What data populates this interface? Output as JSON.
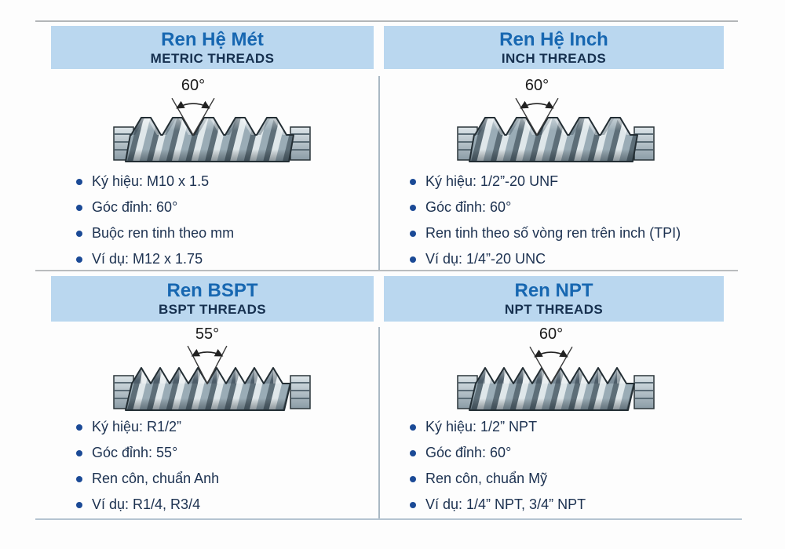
{
  "colors": {
    "header_bg": "#bad7ef",
    "title_blue": "#1767b1",
    "navy_text": "#16304f",
    "bullet_dot": "#1b4a96",
    "divider_gray": "#b3b6b8",
    "divider_blue": "#b5c4d1",
    "thread_dark": "#232e34",
    "thread_light": "#dfe7ea",
    "thread_mid": "#9aacb6"
  },
  "panels": [
    {
      "id": "metric",
      "title": "Ren Hệ Mét",
      "subtitle": "METRIC THREADS",
      "angle_label": "60°",
      "thread_style": "trapezoid",
      "bullets": [
        "Ký hiệu: M10 x 1.5",
        "Góc đỉnh: 60°",
        "Buộc ren tinh theo mm",
        "Ví dụ: M12 x 1.75"
      ]
    },
    {
      "id": "inch",
      "title": "Ren Hệ Inch",
      "subtitle": "INCH THREADS",
      "angle_label": "60°",
      "thread_style": "trapezoid",
      "bullets": [
        "Ký hiệu: 1/2”-20 UNF",
        "Góc đỉnh: 60°",
        "Ren tinh theo số vòng ren trên inch (TPI)",
        "Ví dụ: 1/4”-20 UNC"
      ]
    },
    {
      "id": "bspt",
      "title": "Ren BSPT",
      "subtitle": "BSPT THREADS",
      "angle_label": "55°",
      "thread_style": "sharp",
      "bullets": [
        "Ký hiệu: R1/2”",
        "Góc đỉnh: 55°",
        "Ren côn, chuẩn Anh",
        "Ví dụ: R1/4, R3/4"
      ]
    },
    {
      "id": "npt",
      "title": "Ren NPT",
      "subtitle": "NPT THREADS",
      "angle_label": "60°",
      "thread_style": "sharp",
      "bullets": [
        "Ký hiệu: 1/2” NPT",
        "Góc đỉnh: 60°",
        "Ren côn, chuẩn Mỹ",
        "Ví dụ: 1/4” NPT, 3/4” NPT"
      ]
    }
  ]
}
